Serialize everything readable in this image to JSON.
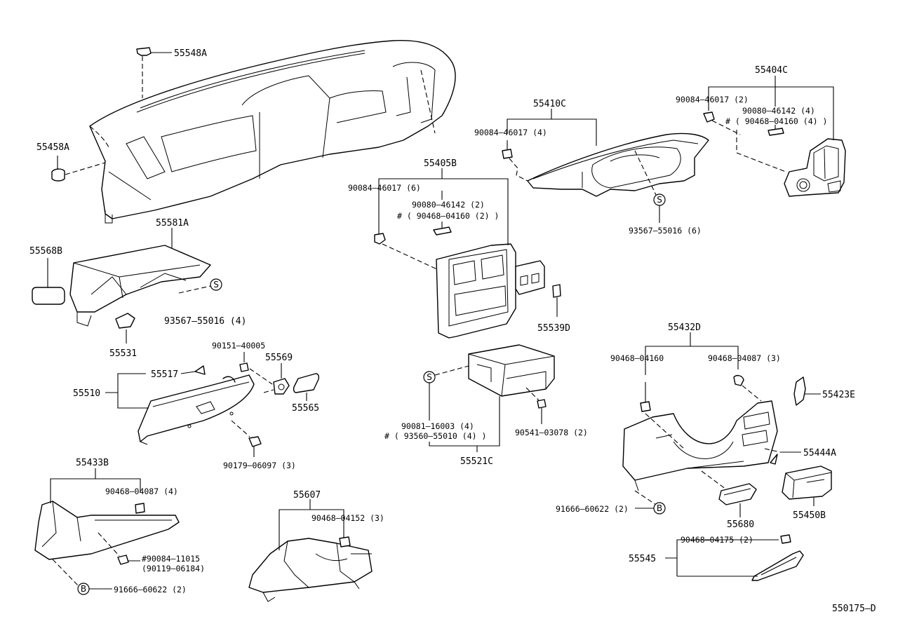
{
  "labels": {
    "p55548A": "55548A",
    "p55458A": "55458A",
    "p55581A": "55581A",
    "p55568B": "55568B",
    "p93567_55016_4": "93567–55016 (4)",
    "p55531": "55531",
    "p90151_40005": "90151–40005",
    "p55569": "55569",
    "p55517": "55517",
    "p55510": "55510",
    "p55565": "55565",
    "p90179_06097_3": "90179–06097 (3)",
    "p55433B": "55433B",
    "p90468_04087_4": "90468–04087 (4)",
    "p90084_11015": "#90084–11015",
    "p90119_06184": "(90119–06184)",
    "p91666_60622_2_left": "91666–60622 (2)",
    "p55607": "55607",
    "p90468_04152_3": "90468–04152 (3)",
    "p55405B": "55405B",
    "p90084_46017_6": "90084–46017 (6)",
    "p90080_46142_2": "90080–46142 (2)",
    "p90468_04160_2": "# ( 90468–04160 (2) )",
    "p55539D": "55539D",
    "p90081_16003_4": "90081–16003 (4)",
    "p93560_55010_4": "# ( 93560–55010 (4) )",
    "p90541_03078_2": "90541–03078 (2)",
    "p55521C": "55521C",
    "p55410C": "55410C",
    "p90084_46017_4": "90084–46017 (4)",
    "p93567_55016_6": "93567–55016 (6)",
    "p55404C": "55404C",
    "p90084_46017_2": "90084–46017 (2)",
    "p90080_46142_4": "90080–46142 (4)",
    "p90468_04160_4": "# ( 90468–04160 (4) )",
    "p55432D": "55432D",
    "p90468_04160": "90468–04160",
    "p90468_04087_3": "90468–04087 (3)",
    "p55423E": "55423E",
    "p55444A": "55444A",
    "p91666_60622_2_right": "91666–60622 (2)",
    "p55680": "55680",
    "p55450B": "55450B",
    "p90468_04175_2": "90468–04175 (2)",
    "p55545": "55545",
    "diagram_code": "550175–D"
  },
  "markers": {
    "s": "S",
    "b": "B"
  }
}
